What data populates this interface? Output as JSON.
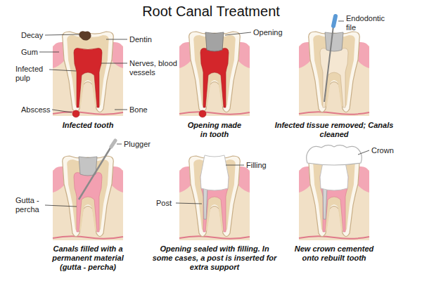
{
  "diagram": {
    "title": "Root Canal Treatment",
    "labels": [
      "Decay",
      "Gum",
      "Infected pulp",
      "Abscess",
      "Dentin",
      "Nerves, blood vessels",
      "Bone",
      "Infected tooth",
      "Opening",
      "Opening made in tooth",
      "Endodontic file",
      "Infected tissue removed; Canals cleaned",
      "Plugger",
      "Gutta - percha",
      "Canals filled with a permanent material (gutta - percha)",
      "Filling",
      "Post",
      "Opening sealed with filling. In some cases, a post is inserted for extra support",
      "Crown",
      "New crown cemented onto rebuilt tooth"
    ]
  }
}
